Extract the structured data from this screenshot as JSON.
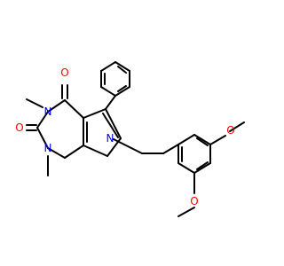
{
  "molecule": {
    "atoms": {
      "carbonyl_oxygen_top": {
        "label": "O",
        "color": "#ff0000"
      },
      "carbonyl_oxygen_left": {
        "label": "O",
        "color": "#ff0000"
      },
      "n3_nitrogen": {
        "label": "N",
        "color": "#0000ff"
      },
      "n1_nitrogen": {
        "label": "N",
        "color": "#0000ff"
      },
      "pyrrole_nitrogen": {
        "label": "N",
        "color": "#0000ff"
      },
      "methoxy_oxygen_para": {
        "label": "O",
        "color": "#ff0000"
      },
      "methoxy_oxygen_meta": {
        "label": "O",
        "color": "#ff0000"
      }
    },
    "bond_color": "#000000"
  }
}
